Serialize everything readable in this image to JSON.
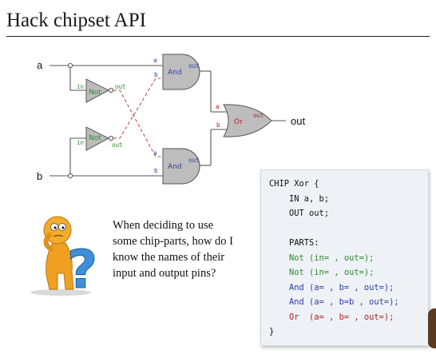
{
  "slide": {
    "title": "Hack chipset API",
    "question": "When deciding to use some chip-parts, how do I know the names of their input and output pins?"
  },
  "diagram": {
    "inputs": [
      "a",
      "b"
    ],
    "output": "out",
    "gates": [
      {
        "id": "not1",
        "label": "Not",
        "pins": {
          "in": "in",
          "out": "out"
        }
      },
      {
        "id": "not2",
        "label": "Not",
        "pins": {
          "in": "in",
          "out": "out"
        }
      },
      {
        "id": "and1",
        "label": "And",
        "pins": {
          "a": "a",
          "b": "b",
          "out": "out"
        }
      },
      {
        "id": "and2",
        "label": "And",
        "pins": {
          "a": "a",
          "b": "b",
          "out": "out"
        }
      },
      {
        "id": "or1",
        "label": "Or",
        "pins": {
          "a": "a",
          "b": "b",
          "out": "out"
        }
      }
    ]
  },
  "code": {
    "lines": [
      {
        "text": "CHIP Xor {",
        "color": "#111111"
      },
      {
        "text": "    IN a, b;",
        "color": "#111111"
      },
      {
        "text": "    OUT out;",
        "color": "#111111"
      },
      {
        "text": "",
        "color": "#111111"
      },
      {
        "text": "    PARTS:",
        "color": "#111111"
      },
      {
        "text": "    Not (in= , out=);",
        "color": "#2e8b2e"
      },
      {
        "text": "    Not (in= , out=);",
        "color": "#2e8b2e"
      },
      {
        "text": "    And (a= , b= , out=);",
        "color": "#2b3fa8"
      },
      {
        "text": "    And (a= , b=b , out=);",
        "color": "#2b3fa8"
      },
      {
        "text": "    Or  (a= , b= , out=);",
        "color": "#b22222"
      },
      {
        "text": "}",
        "color": "#111111"
      }
    ]
  },
  "colors": {
    "wire": "#555555",
    "crossed_wire": "#c0504d",
    "gate_fill": "#bdbdbd",
    "not_label": "#2e8b2e",
    "and_label": "#2b3fa8",
    "or_label": "#b22222"
  }
}
